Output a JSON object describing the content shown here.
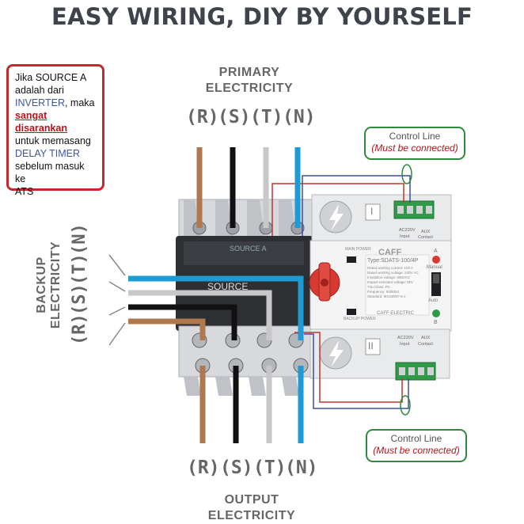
{
  "title": "EASY WIRING, DIY BY YOURSELF",
  "primary": {
    "line1": "PRIMARY",
    "line2": "ELECTRICITY"
  },
  "output": {
    "line1": "OUTPUT",
    "line2": "ELECTRICITY"
  },
  "backup": {
    "line1": "BACKUP",
    "line2": "ELECTRICITY"
  },
  "phases": [
    "(R)",
    "(S)",
    "(T)",
    "(N)"
  ],
  "backup_phases": [
    "(R)",
    "(S)",
    "(T)",
    "(N)"
  ],
  "note": {
    "l1": "Jika SOURCE A",
    "l2": "adalah dari",
    "l3a": "INVERTER",
    "l3b": ", maka",
    "l4": "sangat disarankan",
    "l5": "untuk memasang",
    "l6": "DELAY TIMER",
    "l7": "sebelum masuk ke",
    "l8": "ATS"
  },
  "control_top": {
    "title": "Control Line",
    "sub": "(Must be connected)"
  },
  "control_bottom": {
    "title": "Control Line",
    "sub": "(Must be connected)"
  },
  "device": {
    "brand": "CAFF",
    "type": "Type:SDATS-100/4P",
    "source": "SOURCE",
    "source_a": "SOURCE A",
    "manual": "Manual",
    "auto": "Auto",
    "label_a": "A",
    "label_b": "B",
    "roman_1": "I",
    "roman_2": "II",
    "ac220v": "AC220V",
    "aux": "AUX",
    "input": "Input",
    "contact": "Contact",
    "spec1": "Rated working current:  100 A",
    "spec2": "Rated working voltage: 220V AC",
    "spec3": "Insulation voltage:      690VAC",
    "spec4": "Impact-resistant voltage:   8kV",
    "spec5": "Trip Class:                  PC",
    "spec6": "Frequency:              50/60Hz",
    "spec7": "Standard:        IEC60947-6-1",
    "maker": "CAFF ELECTRIC",
    "main_power": "MAIN POWER",
    "backup_power": "BACKUP POWER"
  },
  "colors": {
    "R": "#b0784e",
    "S": "#111111",
    "T": "#c8c8c8",
    "N": "#1e9ad6",
    "control_wire": "#c0352f",
    "control_wire2": "#3b4fa0",
    "callout_border": "#2e8b3e",
    "note_border": "#c4292f"
  }
}
